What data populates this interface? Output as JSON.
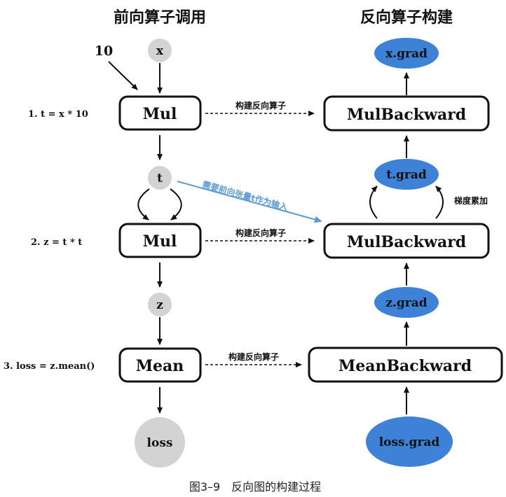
{
  "headings": {
    "forward": "前向算子调用",
    "backward": "反向算子构建"
  },
  "forward_nodes": {
    "x": "x",
    "t": "t",
    "z": "z",
    "loss": "loss",
    "const": "10"
  },
  "forward_ops": {
    "mul1": "Mul",
    "mul2": "Mul",
    "mean": "Mean"
  },
  "steps": {
    "s1": "1. t = x * 10",
    "s2": "2. z = t * t",
    "s3": "3. loss = z.mean()"
  },
  "backward_ops": {
    "mul1": "MulBackward",
    "mul2": "MulBackward",
    "mean": "MeanBackward"
  },
  "grads": {
    "x": "x.grad",
    "t": "t.grad",
    "z": "z.grad",
    "loss": "loss.grad"
  },
  "annotations": {
    "build1": "构建反向算子",
    "build2": "构建反向算子",
    "build3": "构建反向算子",
    "needs_input": "需要前向张量t作为输入",
    "accumulate": "梯度累加"
  },
  "caption": "图3–9　反向图的构建过程",
  "colors": {
    "grad_fill": "#3d82d6",
    "node_fill": "#d3d3d3",
    "link_blue": "#5b9bd5",
    "text": "#111111"
  }
}
